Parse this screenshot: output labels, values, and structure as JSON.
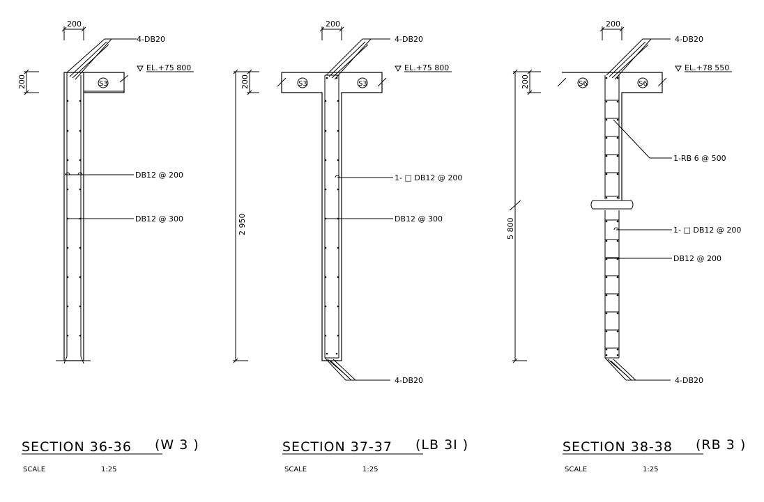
{
  "sections": [
    {
      "top_bar": "4-DB20",
      "elevation": "EL.+75 800",
      "slab_tags": [
        "S3"
      ],
      "slab_dim": "200",
      "width_dim": "200",
      "bar_a": "DB12 @ 200",
      "bar_b": "DB12 @ 300",
      "title": "SECTION 36-36",
      "title_suffix": "(W 3 )",
      "scale_label": "SCALE",
      "scale_value": "1:25"
    },
    {
      "top_bar": "4-DB20",
      "bottom_bar": "4-DB20",
      "elevation": "EL.+75 800",
      "slab_tags": [
        "S3",
        "S3"
      ],
      "slab_dim": "200",
      "width_dim": "200",
      "height_dim": "2 950",
      "bar_a": "1- □ DB12 @ 200",
      "bar_b": "DB12 @ 300",
      "title": "SECTION 37-37",
      "title_suffix": "(LB 3I )",
      "scale_label": "SCALE",
      "scale_value": "1:25"
    },
    {
      "top_bar": "4-DB20",
      "bottom_bar": "4-DB20",
      "elevation": "EL.+78 550",
      "slab_tags": [
        "S6",
        "S6"
      ],
      "slab_dim": "200",
      "width_dim": "200",
      "height_dim": "5 800",
      "tie": "1-RB 6 @ 500",
      "bar_a": "1- □ DB12 @ 200",
      "bar_b": "DB12 @ 200",
      "title": "SECTION 38-38",
      "title_suffix": "(RB 3 )",
      "scale_label": "SCALE",
      "scale_value": "1:25"
    }
  ]
}
